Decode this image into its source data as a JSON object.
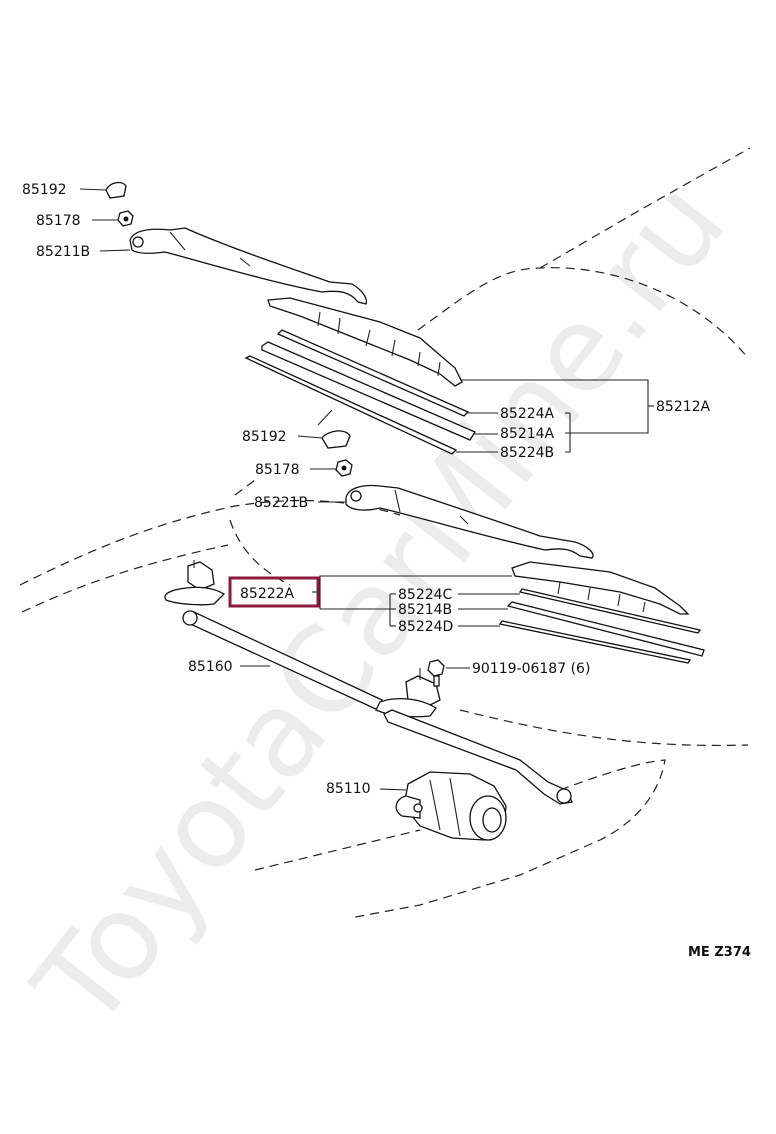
{
  "watermark": "ToyotaCarMine.ru",
  "diagram_code": "ME Z374",
  "highlight_color": "#8b1a3c",
  "labels": {
    "p85192_top": "85192",
    "p85178_top": "85178",
    "p85211B": "85211B",
    "p85212A": "85212A",
    "p85224A": "85224A",
    "p85214A": "85214A",
    "p85224B": "85224B",
    "p85192_mid": "85192",
    "p85178_mid": "85178",
    "p85221B": "85221B",
    "p85222A": "85222A",
    "p85224C": "85224C",
    "p85214B": "85214B",
    "p85224D": "85224D",
    "p85160": "85160",
    "p90119": "90119-06187 (6)",
    "p85110": "85110"
  }
}
